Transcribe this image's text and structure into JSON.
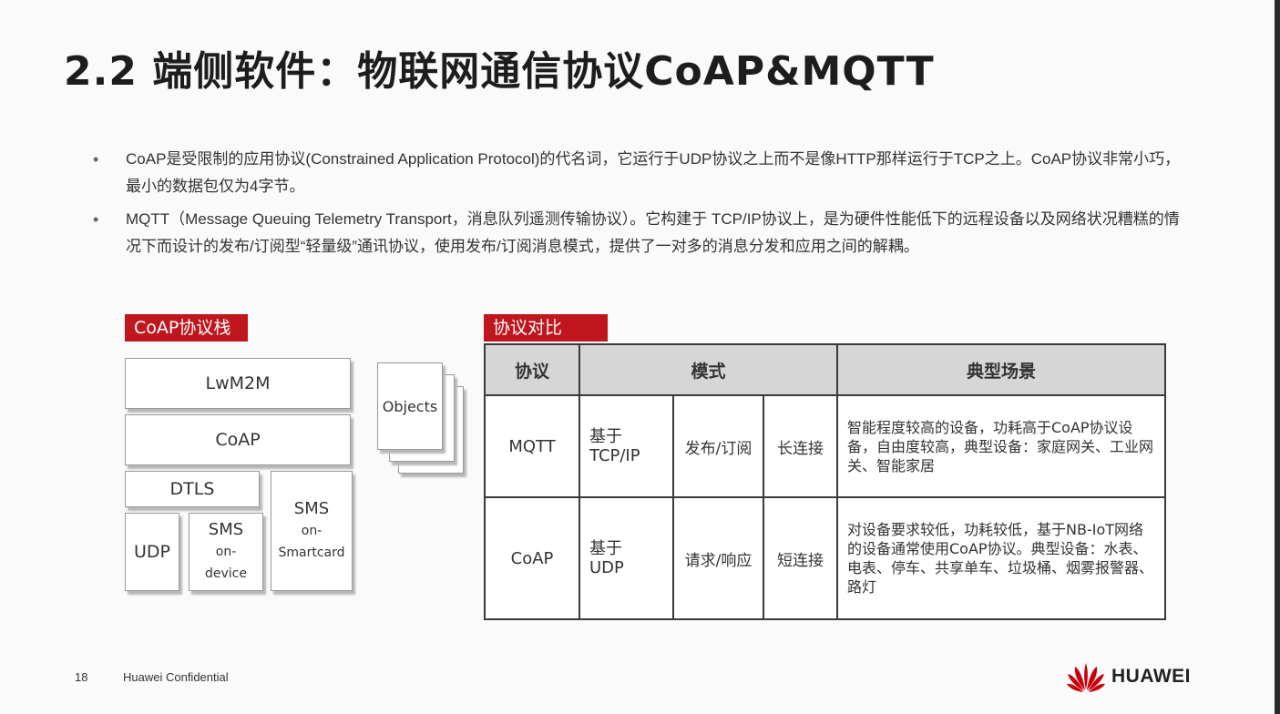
{
  "title": "2.2 端侧软件：物联网通信协议CoAP&MQTT",
  "bullets": [
    "CoAP是受限制的应用协议(Constrained Application Protocol)的代名词，它运行于UDP协议之上而不是像HTTP那样运行于TCP之上。CoAP协议非常小巧，最小的数据包仅为4字节。",
    "MQTT（Message Queuing Telemetry Transport，消息队列遥测传输协议）。它构建于 TCP/IP协议上，是为硬件性能低下的远程设备以及网络状况糟糕的情况下而设计的发布/订阅型“轻量级”通讯协议，使用发布/订阅消息模式，提供了一对多的消息分发和应用之间的解耦。"
  ],
  "coap_stack": {
    "tag": "CoAP协议栈",
    "lwm2m": "LwM2M",
    "coap": "CoAP",
    "dtls": "DTLS",
    "udp": "UDP",
    "sms_device": {
      "line1": "SMS",
      "line2": "on-",
      "line3": "device"
    },
    "sms_smartcard": {
      "line1": "SMS",
      "line2": "on-",
      "line3": "Smartcard"
    },
    "objects": "Objects"
  },
  "comparison": {
    "tag": "协议对比",
    "headers": {
      "protocol": "协议",
      "mode": "模式",
      "scenario": "典型场景"
    },
    "rows": [
      {
        "protocol": "MQTT",
        "base_line1": "基于",
        "base_line2": "TCP/IP",
        "pattern": "发布/订阅",
        "connection": "长连接",
        "scenario": "智能程度较高的设备，功耗高于CoAP协议设备，自由度较高，典型设备：家庭网关、工业网关、智能家居"
      },
      {
        "protocol": "CoAP",
        "base_line1": "基于",
        "base_line2": "UDP",
        "pattern": "请求/响应",
        "connection": "短连接",
        "scenario": "对设备要求较低，功耗较低，基于NB-IoT网络的设备通常使用CoAP协议。典型设备：水表、电表、停车、共享单车、垃圾桶、烟雾报警器、路灯"
      }
    ]
  },
  "footer": {
    "page_number": "18",
    "confidential": "Huawei Confidential",
    "brand": "HUAWEI"
  },
  "colors": {
    "accent_red": "#c0161e",
    "header_gray": "#d6d6d6"
  },
  "icons": {
    "logo": "huawei-petal-logo-icon"
  }
}
